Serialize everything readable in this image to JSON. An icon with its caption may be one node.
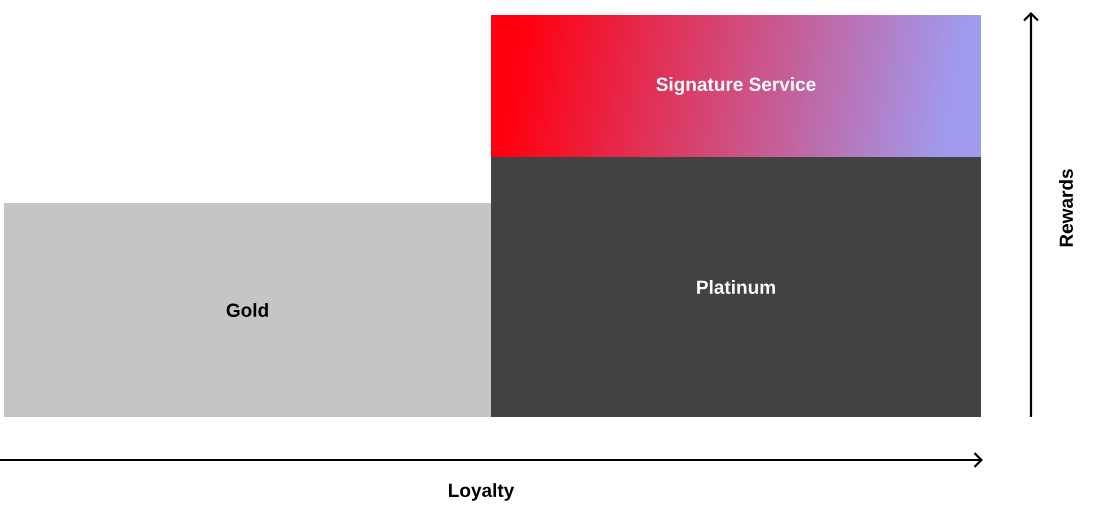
{
  "diagram": {
    "nodes": [
      {
        "text": [
          "Signature Service"
        ]
      },
      {
        "text": [
          "Gold"
        ]
      },
      {
        "text": [
          "Platinum"
        ]
      }
    ],
    "labels": [
      "Rewards",
      "Loyalty"
    ]
  }
}
